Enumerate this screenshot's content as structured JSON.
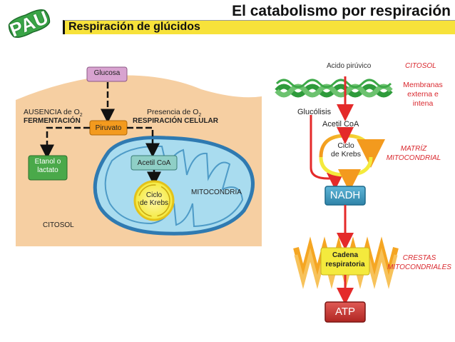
{
  "header": {
    "title": "El catabolismo por respiración",
    "subtitle": "Respiración de glúcidos",
    "badge": "PAU"
  },
  "left_diagram": {
    "glucosa": "Glucosa",
    "ausencia": "AUSENCIA de O",
    "ausencia_sub": "2",
    "fermentacion": "FERMENTACIÓN",
    "presencia": "Presencia de O",
    "presencia_sub": "2",
    "respiracion": "RESPIRACIÓN CELULAR",
    "piruvato": "Piruvato",
    "etanol_line1": "Etanol o",
    "etanol_line2": "lactato",
    "acetil": "Acetil CoA",
    "ciclo_line1": "Ciclo",
    "ciclo_line2": "de Krebs",
    "mitocondria": "MITOCONDRIA",
    "citosol": "CITOSOL"
  },
  "right_diagram": {
    "acido_piruvico": "Acido pirúvico",
    "citosol": "CITOSOL",
    "membranas_line1": "Membranas",
    "membranas_line2": "externa e",
    "membranas_line3": "intena",
    "glucolisis": "Glucólisis",
    "acetil": "Acetil CoA",
    "ciclo_line1": "Ciclo",
    "ciclo_line2": "de Krebs",
    "matriz_line1": "MATRÍZ",
    "matriz_line2": "MITOCONDRIAL",
    "nadh": "NADH",
    "cadena_line1": "Cadena",
    "cadena_line2": "respiratoria",
    "crestas_line1": "CRESTAS",
    "crestas_line2": "MITOCONDRIALES",
    "atp": "ATP"
  },
  "colors": {
    "pau_green": "#3aa547",
    "subtitle_bar": "#f7e23a",
    "cytosol_bg": "#f6cfa2",
    "mito_fill": "#a9dcef",
    "mito_outline": "#2f7ab1",
    "box_purple": "#d8a3d0",
    "box_orange": "#f39a1e",
    "box_green": "#4aa94a",
    "box_teal": "#8fcfc6",
    "krebs_yellow": "#f4ea3d",
    "arrow_red": "#e42a2a",
    "label_red": "#d9272d",
    "nadh_blue": "#3f9dc2",
    "atp_red": "#c9312f",
    "membrane_green": "#2e9b3b",
    "crest_orange": "#f5a623"
  }
}
